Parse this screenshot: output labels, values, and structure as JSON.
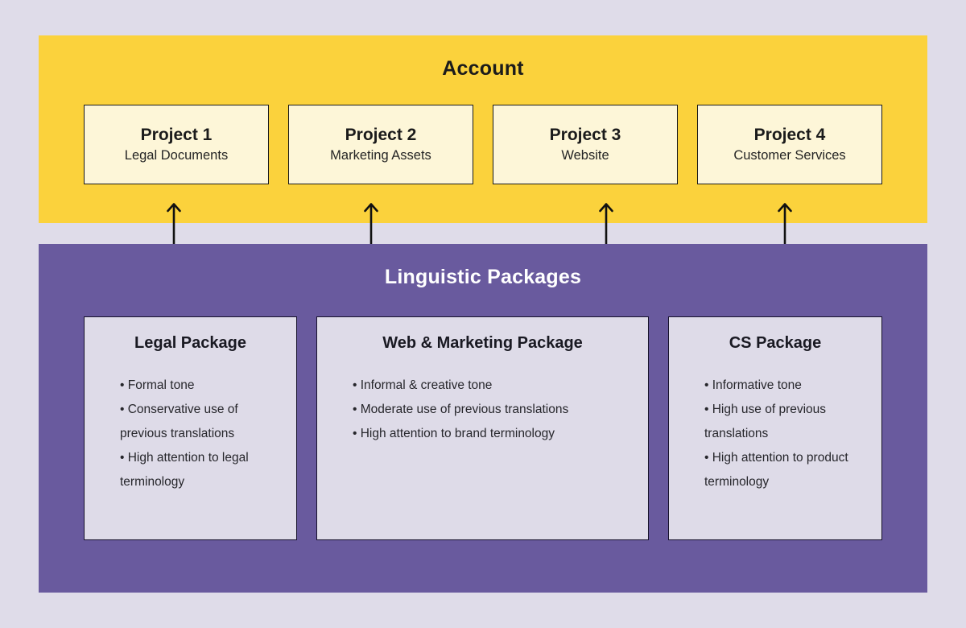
{
  "colors": {
    "page_background": "#dfdce9",
    "account_panel": "#fbd23c",
    "project_box_fill": "#fdf6d8",
    "packages_panel": "#695a9e",
    "package_box_fill": "#dedbe8",
    "dark_text": "#1b1b1b",
    "light_text": "#ffffff",
    "arrow": "#111111"
  },
  "account_section": {
    "title": "Account",
    "projects": [
      {
        "name": "Project 1",
        "subtitle": "Legal Documents"
      },
      {
        "name": "Project 2",
        "subtitle": "Marketing Assets"
      },
      {
        "name": "Project 3",
        "subtitle": "Website"
      },
      {
        "name": "Project 4",
        "subtitle": "Customer Services"
      }
    ]
  },
  "packages_section": {
    "title": "Linguistic Packages",
    "packages": [
      {
        "title": "Legal Package",
        "bullets": [
          "Formal tone",
          "Conservative use of previous translations",
          "High attention to legal terminology"
        ]
      },
      {
        "title": "Web & Marketing Package",
        "bullets": [
          "Informal & creative tone",
          "Moderate use of previous translations",
          "High attention to brand terminology"
        ]
      },
      {
        "title": "CS Package",
        "bullets": [
          "Informative tone",
          "High use of previous translations",
          "High attention to product terminology"
        ]
      }
    ]
  }
}
